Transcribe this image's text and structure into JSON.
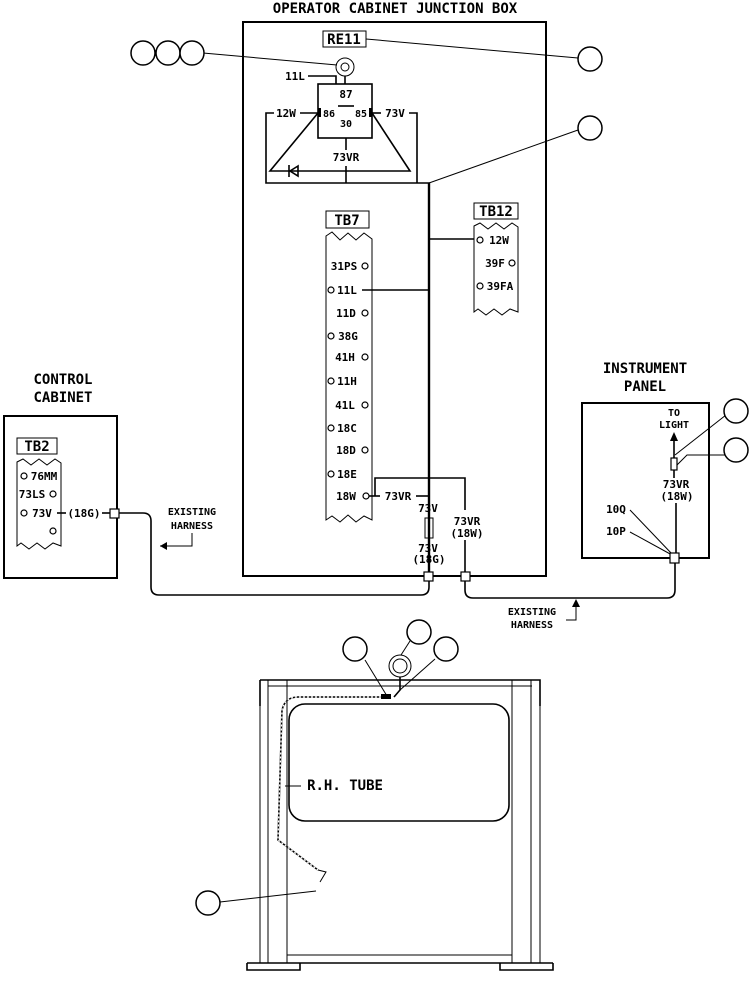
{
  "titles": {
    "junction_box": "OPERATOR CABINET JUNCTION BOX",
    "control_cabinet_1": "CONTROL",
    "control_cabinet_2": "CABINET",
    "instrument_panel_1": "INSTRUMENT",
    "instrument_panel_2": "PANEL"
  },
  "relay": {
    "tag": "RE11",
    "pin_87": "87",
    "pin_86": "86",
    "pin_85": "85",
    "pin_30": "30",
    "wire_11l": "11L",
    "wire_12w": "12W",
    "wire_73v": "73V",
    "wire_73vr": "73VR"
  },
  "tb7": {
    "tag": "TB7",
    "terminals": [
      "31PS",
      "11L",
      "11D",
      "38G",
      "41H",
      "11H",
      "41L",
      "18C",
      "18D",
      "18E",
      "18W"
    ],
    "wire_73vr": "73VR"
  },
  "tb12": {
    "tag": "TB12",
    "terminals": [
      "12W",
      "39F",
      "39FA"
    ]
  },
  "tb2": {
    "tag": "TB2",
    "terminals": [
      "76MM",
      "73LS",
      "73V"
    ],
    "wire_18g": "(18G)"
  },
  "harness": {
    "existing_1": "EXISTING",
    "harness_1": "HARNESS",
    "existing_2": "EXISTING",
    "harness_2": "HARNESS",
    "wire_73v": "73V",
    "wire_73v_b": "73V",
    "wire_18g": "(18G)",
    "wire_73vr": "73VR",
    "wire_18w": "(18W)"
  },
  "instrument": {
    "to": "TO",
    "light": "LIGHT",
    "wire_73vr": "73VR",
    "wire_18w": "(18W)",
    "pin_10q": "10Q",
    "pin_10p": "10P"
  },
  "frame": {
    "rh_tube": "R.H. TUBE"
  }
}
